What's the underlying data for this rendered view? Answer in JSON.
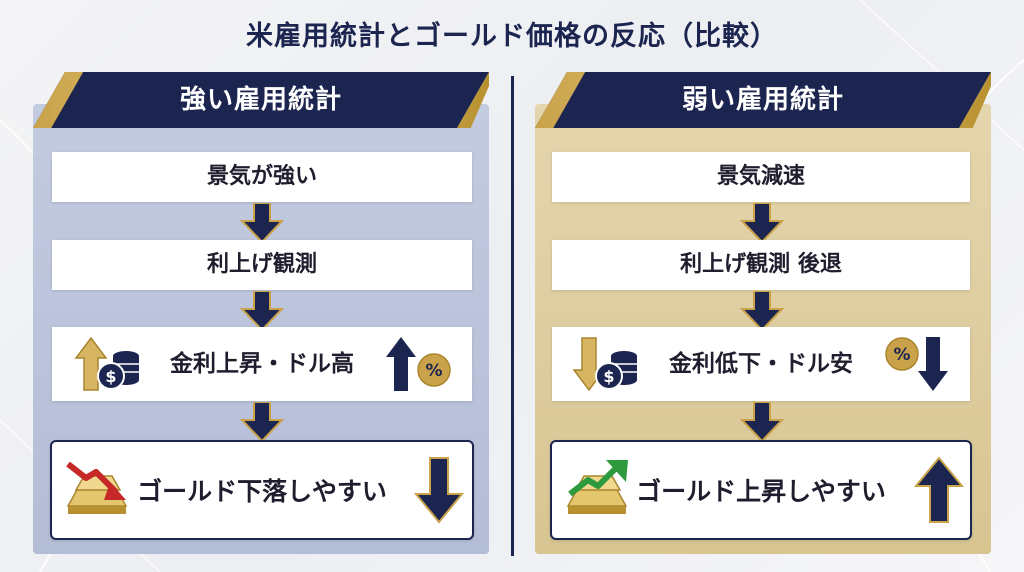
{
  "title": "米雇用統計とゴールド価格の反応（比較）",
  "left": {
    "header": "強い雇用統計",
    "steps": [
      "景気が強い",
      "利上げ観測",
      "金利上昇・ドル高",
      "ゴールド下落しやすい"
    ]
  },
  "right": {
    "header": "弱い雇用統計",
    "steps": [
      "景気減速",
      "利上げ観測 後退",
      "金利低下・ドル安",
      "ゴールド上昇しやすい"
    ]
  },
  "colors": {
    "navy": "#1b2550",
    "gold": "#c9a24a",
    "left_panel": "#bcc4db",
    "right_panel": "#dfcd9f",
    "trend_down": "#c62828",
    "trend_up": "#2e9a3e"
  },
  "icons": {
    "left_rates": [
      "gold-up-arrow-icon",
      "coin-stack-dollar-icon",
      "navy-up-arrow-icon",
      "percent-coin-icon"
    ],
    "left_gold": [
      "down-trend-arrow-icon",
      "gold-bar-icon",
      "navy-down-arrow-icon"
    ],
    "right_rates": [
      "gold-down-arrow-icon",
      "coin-stack-dollar-icon",
      "percent-coin-icon",
      "navy-down-arrow-icon"
    ],
    "right_gold": [
      "up-trend-arrow-icon",
      "gold-bar-icon",
      "navy-up-arrow-icon"
    ]
  },
  "symbols": {
    "dollar": "$",
    "percent": "%"
  }
}
